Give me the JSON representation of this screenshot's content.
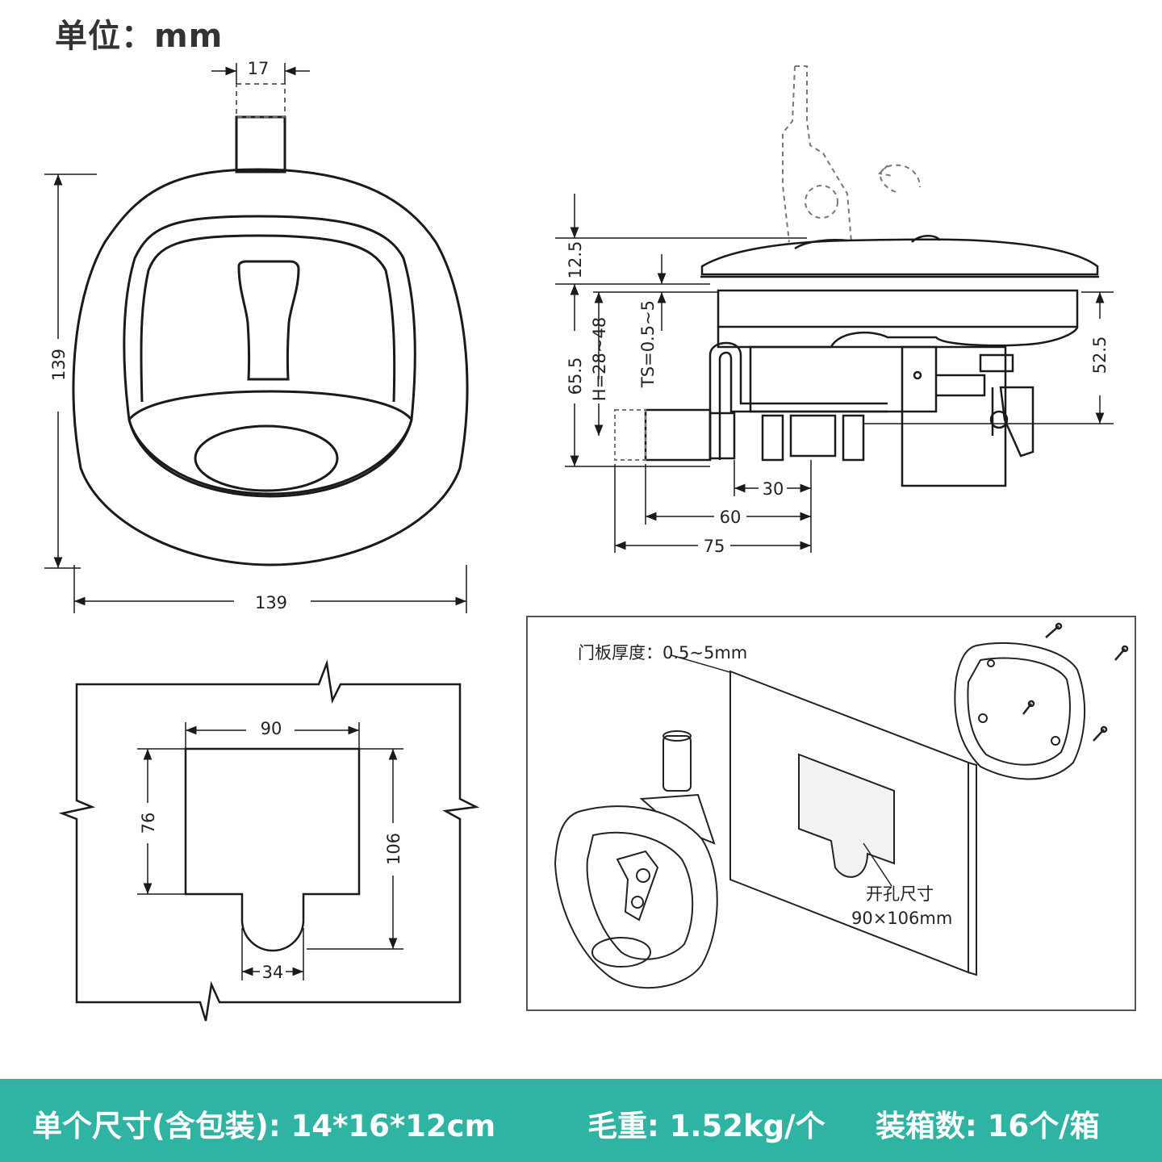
{
  "unit_label": "单位：mm",
  "front_view": {
    "stem_width": "17",
    "height": "139",
    "width": "139"
  },
  "side_view": {
    "cap_height": "12.5",
    "total_depth": "65.5",
    "grip_range": "H=28~48",
    "panel_thickness": "TS=0.5~5",
    "body_height": "52.5",
    "dim_30": "30",
    "dim_60": "60",
    "dim_75": "75"
  },
  "cutout_view": {
    "width": "90",
    "upper_height": "76",
    "total_height": "106",
    "notch_width": "34"
  },
  "install_view": {
    "panel_note": "门板厚度：0.5~5mm",
    "cutout_title": "开孔尺寸",
    "cutout_size": "90×106mm"
  },
  "footer": {
    "size_label": "单个尺寸(含包装): 14*16*12cm",
    "weight_label": "毛重: 1.52kg/个",
    "carton_label": "装箱数: 16个/箱"
  },
  "colors": {
    "footer_bar": "#2fb3a2",
    "line": "#1a1a1a"
  }
}
